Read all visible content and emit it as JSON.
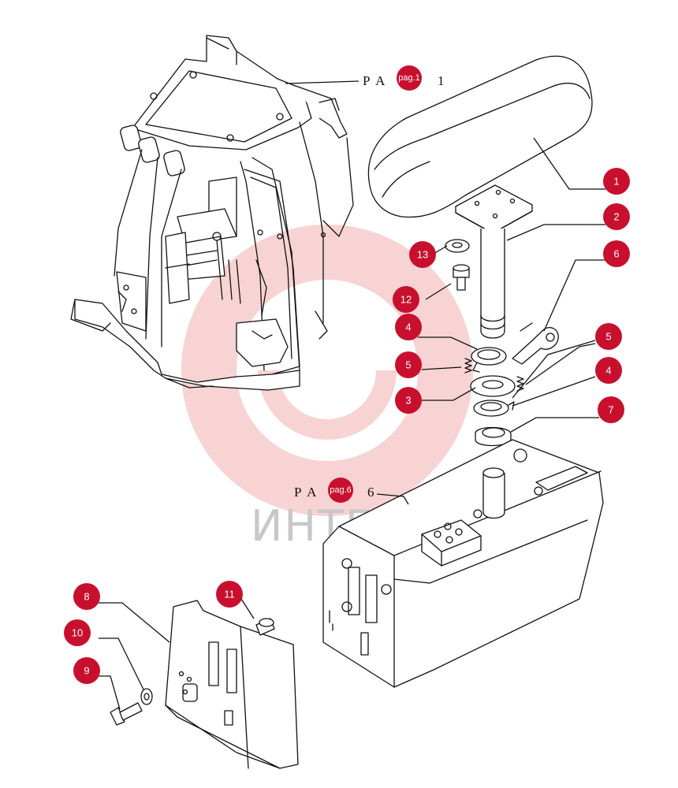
{
  "watermark": {
    "text": "ИНТЕХ",
    "color": "#e03a3a"
  },
  "references": [
    {
      "id": "ref-cab",
      "prefix": "P A",
      "tag": "pag.1",
      "number": "1"
    },
    {
      "id": "ref-console",
      "prefix": "P A",
      "tag": "pag.6",
      "number": "6"
    }
  ],
  "callouts": [
    {
      "id": "1",
      "label": "1",
      "part": "armrest"
    },
    {
      "id": "2",
      "label": "2",
      "part": "support-post"
    },
    {
      "id": "3",
      "label": "3",
      "part": "flange-ring"
    },
    {
      "id": "4a",
      "label": "4",
      "part": "snap-ring-upper"
    },
    {
      "id": "4b",
      "label": "4",
      "part": "snap-ring-lower"
    },
    {
      "id": "5a",
      "label": "5",
      "part": "spring-left"
    },
    {
      "id": "5b",
      "label": "5",
      "part": "spring-right"
    },
    {
      "id": "6",
      "label": "6",
      "part": "lever"
    },
    {
      "id": "7",
      "label": "7",
      "part": "bushing"
    },
    {
      "id": "8",
      "label": "8",
      "part": "cover-plate"
    },
    {
      "id": "9",
      "label": "9",
      "part": "bolt"
    },
    {
      "id": "10",
      "label": "10",
      "part": "washer-lower"
    },
    {
      "id": "11",
      "label": "11",
      "part": "plug"
    },
    {
      "id": "12",
      "label": "12",
      "part": "screw"
    },
    {
      "id": "13",
      "label": "13",
      "part": "washer-upper"
    }
  ],
  "colors": {
    "badge": "#c8102e",
    "line": "#111111"
  }
}
